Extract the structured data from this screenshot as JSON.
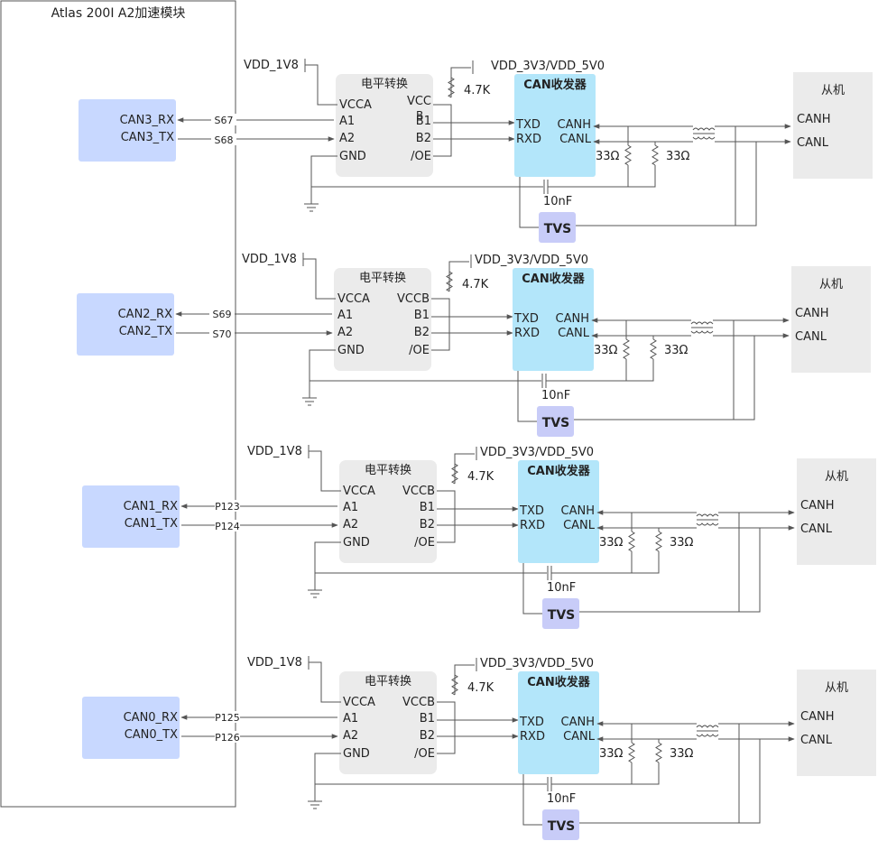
{
  "module": {
    "title": "Atlas 200I A2加速模块"
  },
  "labels": {
    "level_shifter": "电平转换",
    "transceiver": "CAN收发器",
    "slave": "从机",
    "tvs": "TVS",
    "cap": "10nF",
    "res_pullup": "4.7K",
    "res_term": "33Ω",
    "vdd_low": "VDD_1V8",
    "vdd_high": "VDD_3V3/VDD_5V0"
  },
  "shifter_pins": {
    "left": [
      "VCCA",
      "A1",
      "A2",
      "GND"
    ],
    "right_top_first": "VCC",
    "right_top_first_wrap": "B",
    "right_top": "VCCB",
    "right": [
      "B1",
      "B2",
      "/OE"
    ]
  },
  "transceiver_pins": {
    "txd": "TXD",
    "rxd": "RXD",
    "canh": "CANH",
    "canl": "CANL"
  },
  "slave_pins": {
    "canh": "CANH",
    "canl": "CANL"
  },
  "channels": [
    {
      "rx": "CAN3_RX",
      "tx": "CAN3_TX",
      "pin_rx": "S67",
      "pin_tx": "S68"
    },
    {
      "rx": "CAN2_RX",
      "tx": "CAN2_TX",
      "pin_rx": "S69",
      "pin_tx": "S70"
    },
    {
      "rx": "CAN1_RX",
      "tx": "CAN1_TX",
      "pin_rx": "P123",
      "pin_tx": "P124"
    },
    {
      "rx": "CAN0_RX",
      "tx": "CAN0_TX",
      "pin_rx": "P125",
      "pin_tx": "P126"
    }
  ],
  "colors": {
    "module_block": "#c8d8ff",
    "shifter_block": "#ebebeb",
    "transceiver_block": "#b3e6fa",
    "tvs_block": "#c8ccf8",
    "slave_block": "#ebebeb",
    "wire": "#555555"
  }
}
